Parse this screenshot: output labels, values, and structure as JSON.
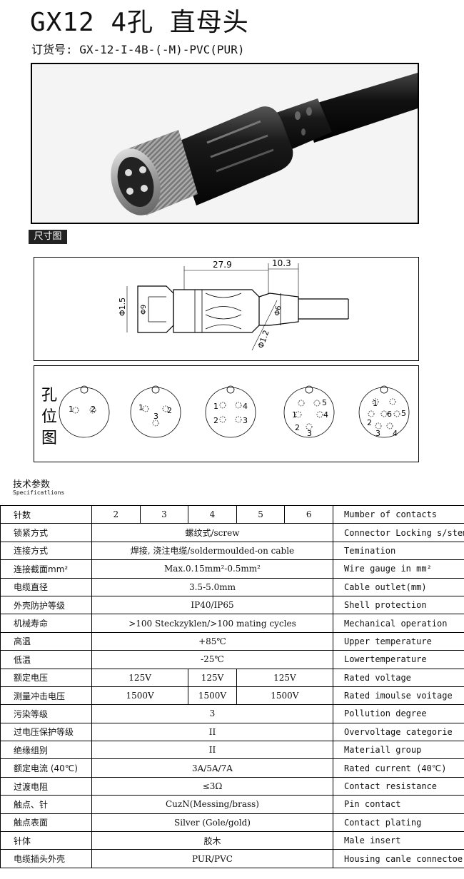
{
  "header": {
    "title": "GX12 4孔 直母头",
    "order_no": "订货号: GX-12-I-4B-(-M)-PVC(PUR)"
  },
  "dimension": {
    "section_label": "尺寸图",
    "dim_length": "27.9",
    "dim_right": "10.3",
    "dim_d15": "Φ1.5",
    "dim_d9": "Φ9",
    "dim_d12": "Φ1.2",
    "dim_d6": "Φ6"
  },
  "pins": {
    "label_chars": [
      "孔",
      "位",
      "图"
    ],
    "layouts": [
      {
        "labels": [
          "1",
          "2"
        ]
      },
      {
        "labels": [
          "1",
          "2",
          "3"
        ]
      },
      {
        "labels": [
          "1",
          "2",
          "3",
          "4"
        ]
      },
      {
        "labels": [
          "1",
          "2",
          "3",
          "4",
          "5"
        ]
      },
      {
        "labels": [
          "1",
          "2",
          "3",
          "4",
          "5",
          "6"
        ]
      }
    ]
  },
  "specs": {
    "title_cn": "技术参数",
    "title_en": "Specificatlions",
    "pin_counts": [
      "2",
      "3",
      "4",
      "5",
      "6"
    ],
    "rows": [
      {
        "cn": "针数",
        "en": "Mumber of contacts"
      },
      {
        "cn": "锁紧方式",
        "value": "螺纹式/screw",
        "en": "Connector Locking s/stem"
      },
      {
        "cn": "连接方式",
        "value": "焊接, 浇注电缆/soldermoulded-on cable",
        "en": "Temination"
      },
      {
        "cn": "连接截面mm²",
        "value": "Max.0.15mm²-0.5mm²",
        "en": "Wire gauge in mm²"
      },
      {
        "cn": "电缆直径",
        "value": "3.5-5.0mm",
        "en": "Cable outlet(mm)"
      },
      {
        "cn": "外壳防护等级",
        "value": "IP40/IP65",
        "en": "Shell protection"
      },
      {
        "cn": "机械寿命",
        "value": ">100 Steckzyklen/>100 mating cycles",
        "en": "Mechanical operation"
      },
      {
        "cn": "高温",
        "value": "+85℃",
        "en": "Upper temperature"
      },
      {
        "cn": "低温",
        "value": "-25℃",
        "en": "Lowertemperature"
      },
      {
        "cn": "额定电压",
        "values": [
          "125V",
          "125V",
          "125V"
        ],
        "en": "Rated voltage"
      },
      {
        "cn": "测量冲击电压",
        "values": [
          "1500V",
          "1500V",
          "1500V"
        ],
        "en": "Rated imoulse voitage"
      },
      {
        "cn": "污染等级",
        "value": "3",
        "en": "Pollution degree"
      },
      {
        "cn": "过电压保护等级",
        "value": "II",
        "en": "Overvoltage categorie"
      },
      {
        "cn": "绝缘组别",
        "value": "II",
        "en": "Materiall group"
      },
      {
        "cn": "额定电流 (40℃)",
        "value": "3A/5A/7A",
        "en": "Rated current (40℃)"
      },
      {
        "cn": "过渡电阻",
        "value": "≤3Ω",
        "en": "Contact resistance"
      },
      {
        "cn": "触点、针",
        "value": "CuzN(Messing/brass)",
        "en": "Pin contact"
      },
      {
        "cn": "触点表面",
        "value": "Silver (Gole/gold)",
        "en": "Contact plating"
      },
      {
        "cn": "针体",
        "value": "胶木",
        "en": "Male insert"
      },
      {
        "cn": "电缆插头外壳",
        "value": "PUR/PVC",
        "en": "Housing canle connectoe"
      }
    ]
  }
}
